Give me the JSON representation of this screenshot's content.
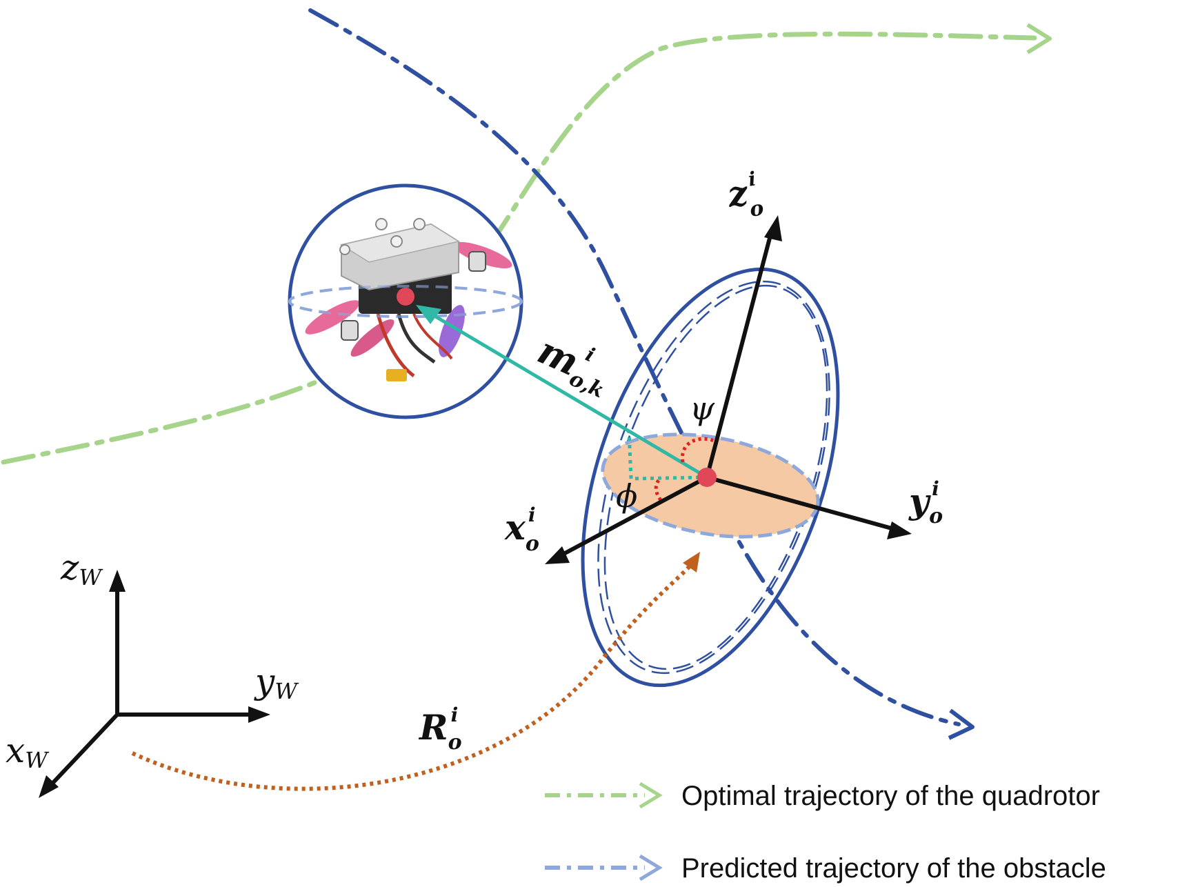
{
  "world_frame": {
    "z_label": "z",
    "z_sub": "W",
    "y_label": "y",
    "y_sub": "W",
    "x_label": "x",
    "x_sub": "W"
  },
  "obstacle_frame": {
    "z_label": "z",
    "z_sub": "o",
    "z_sup": "i",
    "y_label": "y",
    "y_sub": "o",
    "y_sup": "i",
    "x_label": "x",
    "x_sub": "o",
    "x_sup": "i"
  },
  "angles": {
    "psi": "ψ",
    "phi": "ϕ"
  },
  "vector_label": {
    "base": "m",
    "sub": "o,k",
    "sup": "i"
  },
  "rotation_label": {
    "base": "R",
    "sub": "o",
    "sup": "i"
  },
  "legend": [
    {
      "label": "Optimal trajectory of the quadrotor",
      "color": "#a6d48a"
    },
    {
      "label": "Predicted trajectory of the obstacle",
      "color": "#8ea8dc"
    }
  ],
  "colors": {
    "quadrotor_traj": "#a6d48a",
    "obstacle_traj": "#2f4fa0",
    "ellipsoid": "#2f4fa0",
    "vector": "#2fb8a6",
    "rotation": "#c0601f",
    "center": "#e0485a",
    "slice_fill": "#f5c9a4"
  },
  "icons": [
    "quadrotor-icon"
  ]
}
